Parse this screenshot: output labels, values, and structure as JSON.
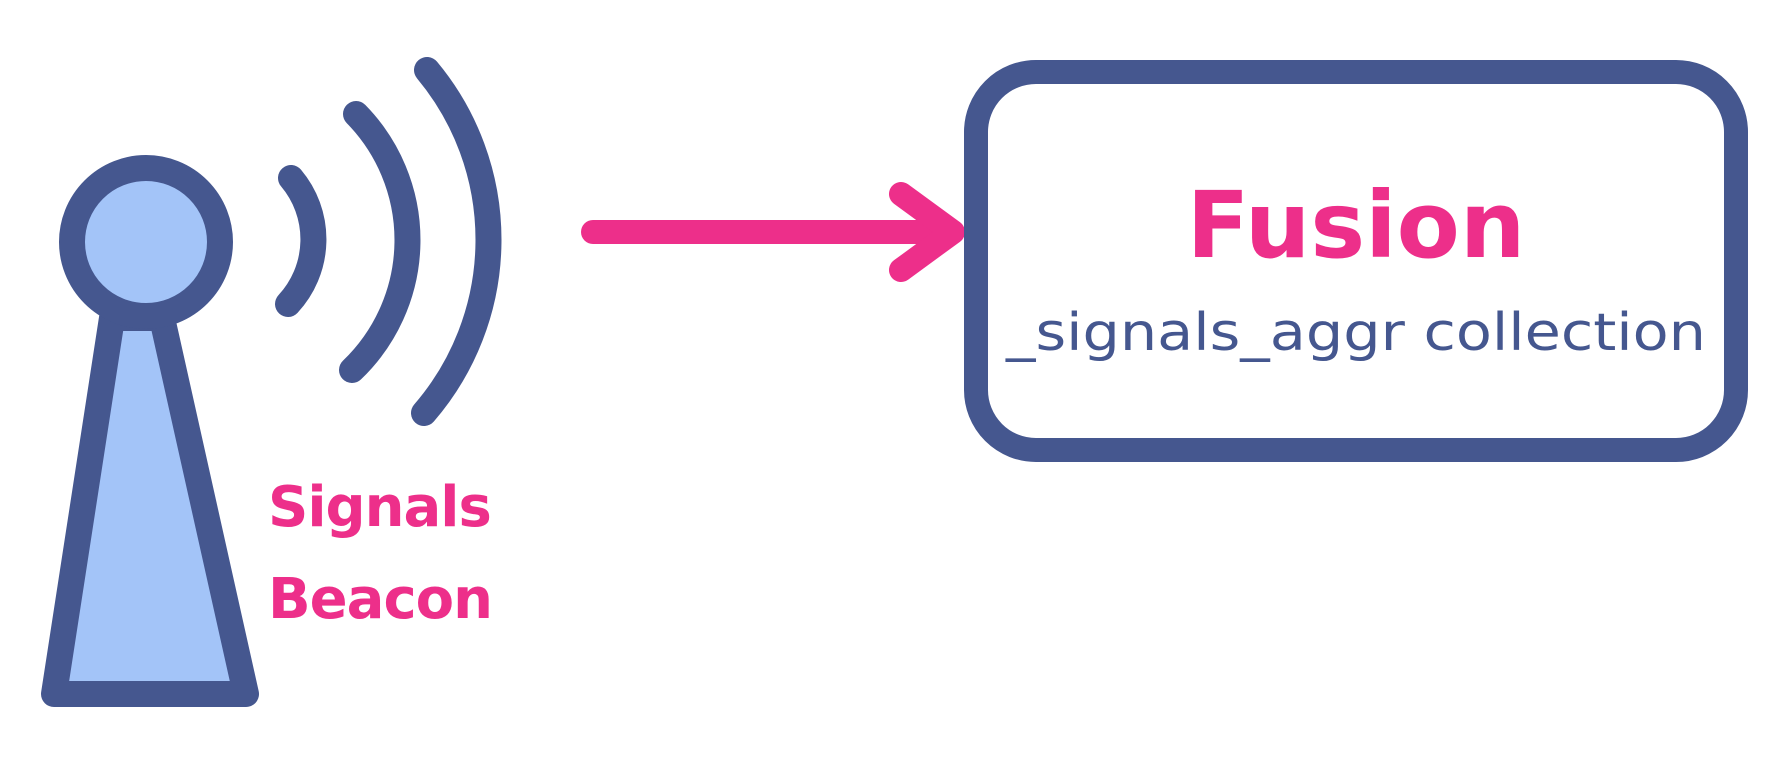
{
  "colors": {
    "primary": "#45578f",
    "accent": "#ed2f8a",
    "beacon_fill": "#a3c4f8",
    "background": "#ffffff"
  },
  "beacon": {
    "label_line1": "Signals",
    "label_line2": "Beacon",
    "icon": "radio-tower-icon"
  },
  "arrow": {
    "icon": "arrow-right-icon"
  },
  "box": {
    "title": "Fusion",
    "subtitle": "_signals_aggr collection"
  }
}
